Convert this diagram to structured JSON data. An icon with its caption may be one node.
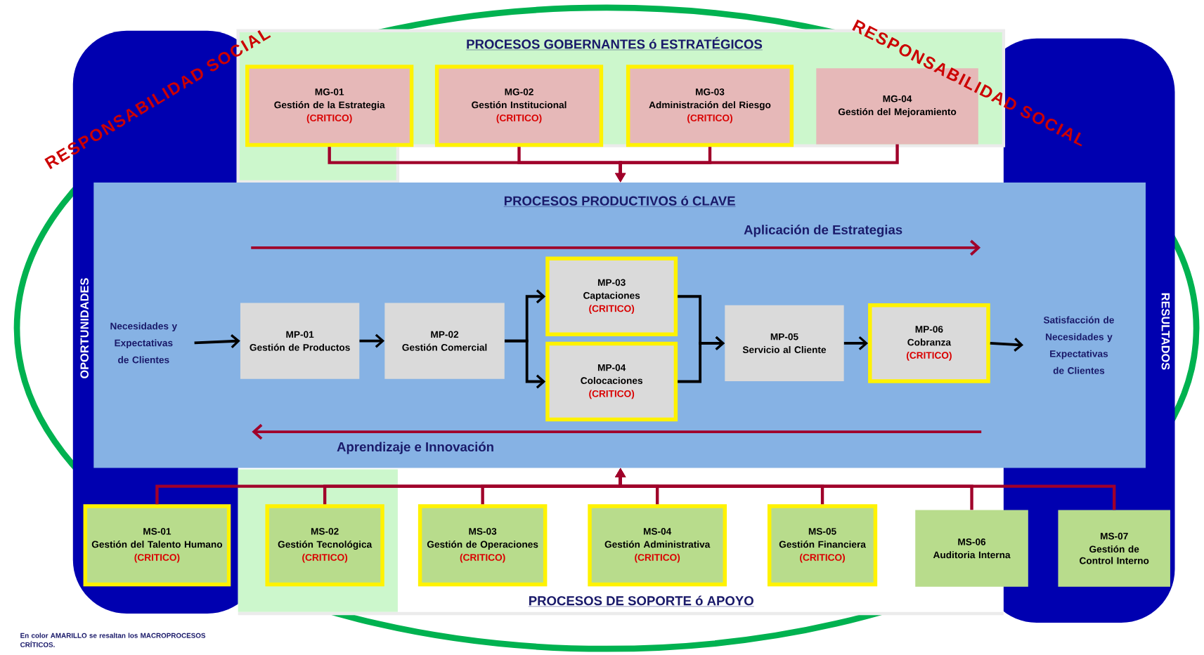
{
  "diagram": {
    "nodes": [
      {
        "text": [
          "MG-01",
          "Gestión de la Estrategia",
          "(CRITICO)"
        ]
      },
      {
        "text": [
          "MG-02",
          "Gestión Institucional",
          "(CRITICO)"
        ]
      },
      {
        "text": [
          "MG-03",
          "Administración del Riesgo",
          "(CRITICO)"
        ]
      },
      {
        "text": [
          "MG-04",
          "Gestión del Mejoramiento"
        ]
      },
      {
        "text": [
          "PROCESOS PRODUCTIVOS ó CLAVE"
        ]
      },
      {
        "text": [
          "Necesidades y Expectativas de Clientes"
        ],
        "in": 4
      },
      {
        "text": [
          "MP-01",
          "Gestión de Productos"
        ],
        "in": 4
      },
      {
        "text": [
          "MP-02",
          "Gestión Comercial"
        ],
        "in": 4
      },
      {
        "text": [
          "MP-03",
          "Captaciones",
          "(CRITICO)"
        ],
        "in": 4
      },
      {
        "text": [
          "MP-04",
          "Colocaciones",
          "(CRITICO)"
        ],
        "in": 4
      },
      {
        "text": [
          "MP-05",
          "Servicio al Cliente"
        ],
        "in": 4
      },
      {
        "text": [
          "MP-06",
          "Cobranza",
          "(CRITICO)"
        ],
        "in": 4
      },
      {
        "text": [
          "Satisfacción de Necesidades y Expectativas de Clientes"
        ],
        "in": 4
      },
      {
        "text": [
          "MS-01",
          "Gestión del Talento Humano",
          "(CRITICO)"
        ]
      },
      {
        "text": [
          "MS-02",
          "Gestión Tecnológica",
          "(CRITICO)"
        ]
      },
      {
        "text": [
          "MS-03",
          "Gestión de Operaciones",
          "(CRITICO)"
        ]
      },
      {
        "text": [
          "MS-04",
          "Gestión Administrativa",
          "(CRITICO)"
        ]
      },
      {
        "text": [
          "MS-05",
          "Gestión Financiera",
          "(CRITICO)"
        ]
      },
      {
        "text": [
          "MS-06",
          "Auditoria Interna"
        ]
      },
      {
        "text": [
          "MS-07",
          "Gestión de Control Interno"
        ]
      }
    ],
    "edges": [
      {
        "from": 0,
        "to": 4,
        "arrow": "to",
        "color": "#a0002a"
      },
      {
        "from": 1,
        "to": 4,
        "arrow": "to",
        "color": "#a0002a"
      },
      {
        "from": 2,
        "to": 4,
        "arrow": "to",
        "color": "#a0002a"
      },
      {
        "from": 3,
        "to": 4,
        "arrow": "to",
        "color": "#a0002a"
      },
      {
        "from": 5,
        "to": 6,
        "arrow": "to",
        "color": "#000000"
      },
      {
        "from": 6,
        "to": 7,
        "arrow": "to",
        "color": "#000000"
      },
      {
        "from": 7,
        "to": 8,
        "arrow": "to",
        "color": "#000000"
      },
      {
        "from": 7,
        "to": 9,
        "arrow": "to",
        "color": "#000000"
      },
      {
        "from": 8,
        "to": 10,
        "arrow": "to",
        "color": "#000000"
      },
      {
        "from": 9,
        "to": 10,
        "arrow": "to",
        "color": "#000000"
      },
      {
        "from": 10,
        "to": 11,
        "arrow": "to",
        "color": "#000000"
      },
      {
        "from": 11,
        "to": 12,
        "arrow": "to",
        "color": "#000000"
      },
      {
        "from": 13,
        "to": 4,
        "arrow": "to",
        "color": "#a0002a"
      },
      {
        "from": 14,
        "to": 4,
        "arrow": "to",
        "color": "#a0002a"
      },
      {
        "from": 15,
        "to": 4,
        "arrow": "to",
        "color": "#a0002a"
      },
      {
        "from": 16,
        "to": 4,
        "arrow": "to",
        "color": "#a0002a"
      },
      {
        "from": 17,
        "to": 4,
        "arrow": "to",
        "color": "#a0002a"
      },
      {
        "from": 18,
        "to": 4,
        "arrow": "to",
        "color": "#a0002a"
      },
      {
        "from": 19,
        "to": 4,
        "arrow": "to",
        "color": "#a0002a"
      }
    ],
    "labels": [
      "RESPONSABILIDAD SOCIAL",
      "PROCESOS GOBERNANTES ó ESTRATÉGICOS",
      "RESPONSABILIDAD SOCIAL",
      "Aplicación de Estrategias",
      "OPORTUNIDADES",
      "RESULTADOS",
      "Aprendizaje e Innovación",
      "PROCESOS DE SOPORTE ó APOYO",
      "En color AMARILLO se resaltan los MACROPROCESOS CRÍTICOS."
    ]
  }
}
